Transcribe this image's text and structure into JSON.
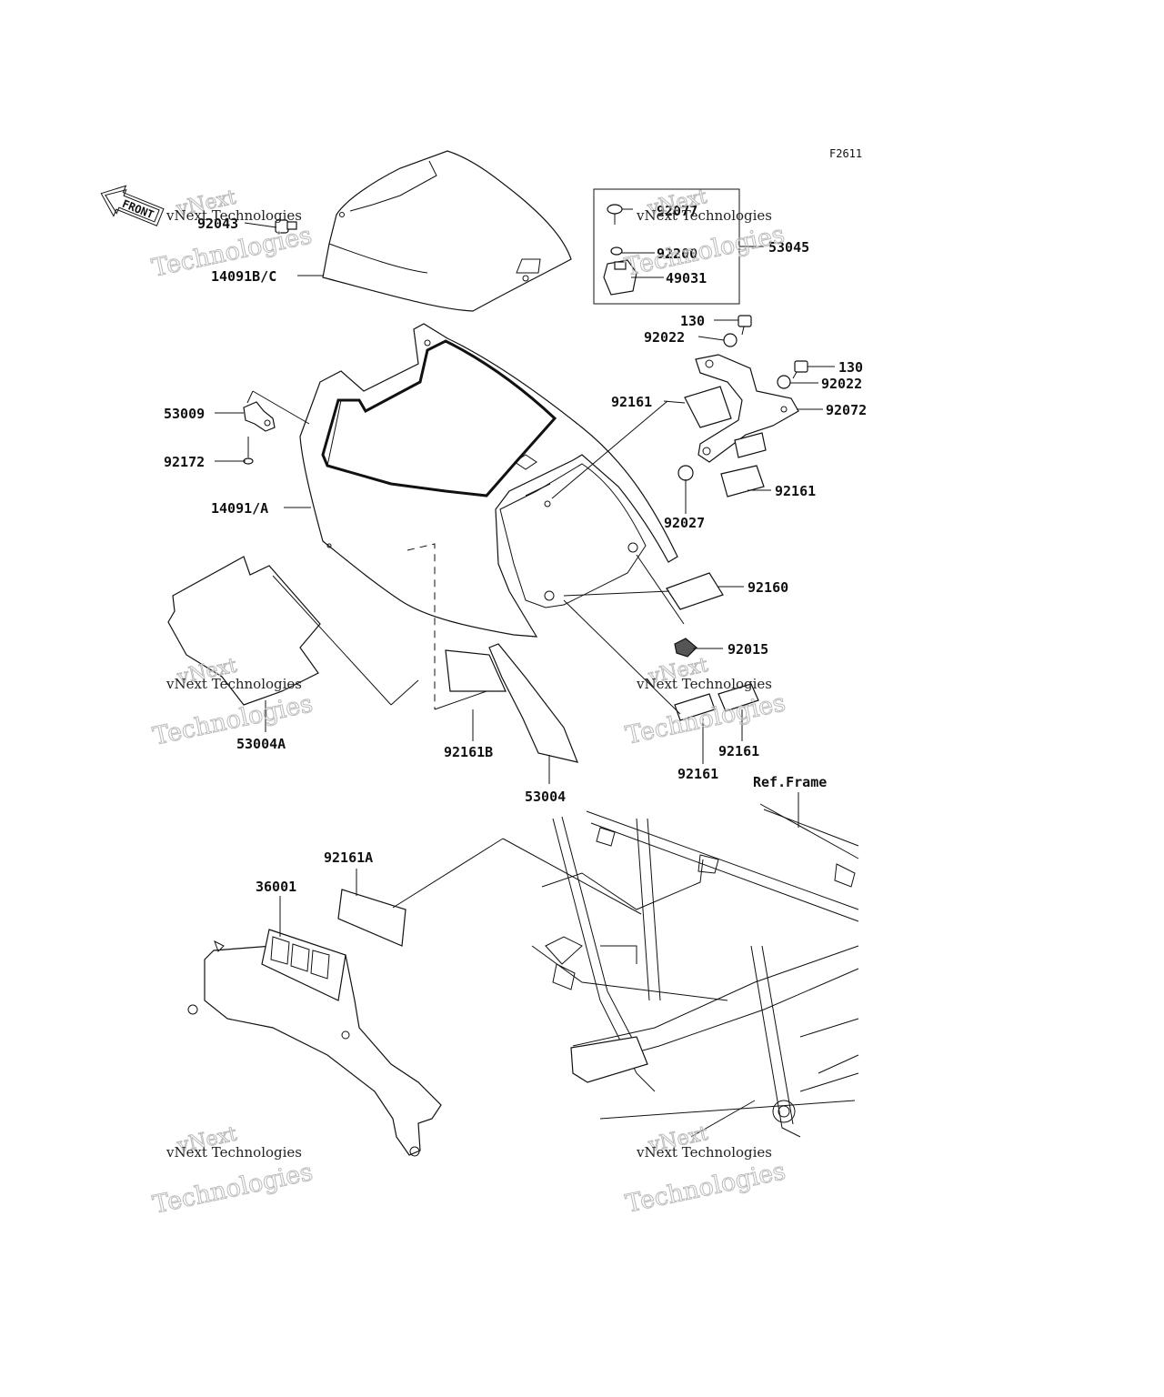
{
  "figure_code": "F2611",
  "front_arrow_label": "FRONT",
  "callouts": {
    "c_92077": "92077",
    "c_92200": "92200",
    "c_49031": "49031",
    "c_53045": "53045",
    "c_92043": "92043",
    "c_14091bc": "14091B/C",
    "c_130_a": "130",
    "c_92022_a": "92022",
    "c_130_b": "130",
    "c_92022_b": "92022",
    "c_92161_a": "92161",
    "c_92072": "92072",
    "c_53009": "53009",
    "c_92172": "92172",
    "c_92161_b": "92161",
    "c_14091a": "14091/A",
    "c_92027": "92027",
    "c_92160": "92160",
    "c_92015": "92015",
    "c_53004a": "53004A",
    "c_92161b": "92161B",
    "c_53004": "53004",
    "c_92161_c": "92161",
    "c_92161_d": "92161",
    "c_ref_frame": "Ref.Frame",
    "c_92161a": "92161A",
    "c_36001": "36001"
  },
  "watermark": {
    "line1": "vNext",
    "line2": "vNext Technologies",
    "line3": "Technologies"
  }
}
